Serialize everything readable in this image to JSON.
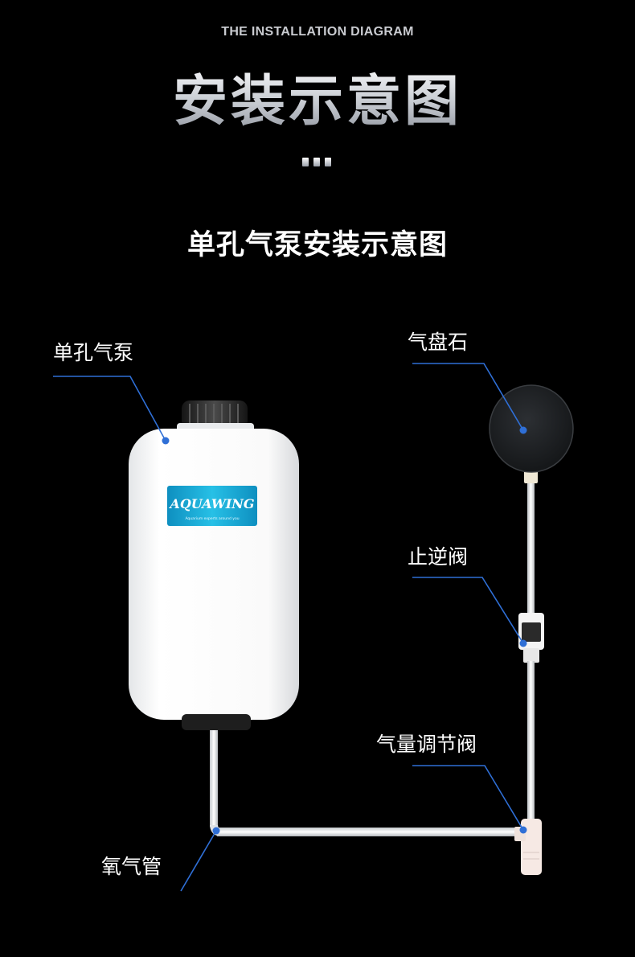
{
  "header": {
    "eyebrow": "THE INSTALLATION DIAGRAM",
    "title": "安装示意图",
    "subtitle": "单孔气泵安装示意图"
  },
  "callouts": {
    "pump": "单孔气泵",
    "air_stone": "气盘石",
    "check_valve": "止逆阀",
    "flow_valve": "气量调节阀",
    "air_tube": "氧气管"
  },
  "pump_label": {
    "brand": "AQUAWING",
    "tagline": "Aquarium experts around you"
  },
  "colors": {
    "background": "#000000",
    "leader_line": "#2f6fd6",
    "brand_badge": "#15a9d6"
  }
}
